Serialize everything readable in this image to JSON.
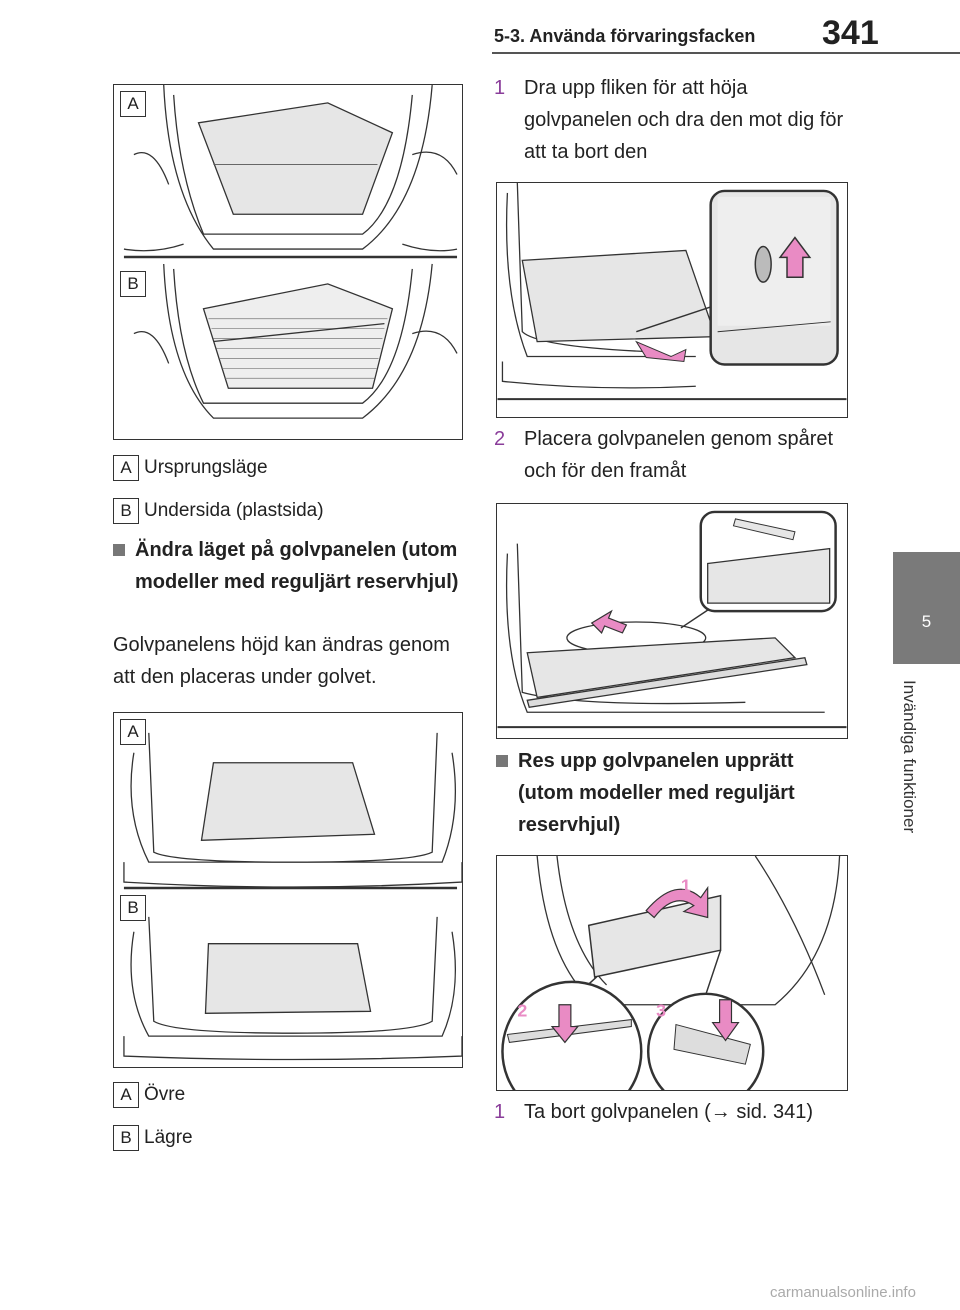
{
  "header": {
    "section": "5-3. Använda förvaringsfacken",
    "page_number": "341"
  },
  "side_tab": {
    "chapter": "5",
    "label": "Invändiga funktioner"
  },
  "figures": {
    "label_a": "A",
    "label_b": "B",
    "callout_1": "1",
    "callout_2": "2",
    "callout_3": "3"
  },
  "captions_1": {
    "a": "Ursprungsläge",
    "b": "Undersida (plastsida)"
  },
  "heading_1": "Ändra läget på golvpanelen (utom modeller med reguljärt reservhjul)",
  "body_1": "Golvpanelens höjd kan ändras genom att den placeras under golvet.",
  "captions_2": {
    "a": "Övre",
    "b": "Lägre"
  },
  "steps_1": [
    {
      "num": "1",
      "text": "Dra upp fliken för att höja golvpanelen och dra den mot dig för att ta bort den"
    },
    {
      "num": "2",
      "text": "Placera golvpanelen genom spåret och för den framåt"
    }
  ],
  "heading_2": "Res upp golvpanelen upprätt (utom modeller med reguljärt reservhjul)",
  "steps_2": [
    {
      "num": "1",
      "text": "Ta bort golvpanelen (→ sid. 341)"
    }
  ],
  "footer": "carmanualsonline.info",
  "colors": {
    "tab_gray": "#7a7a7a",
    "step_purple": "#8a3d9a",
    "panel_fill": "#e6e6e6",
    "arrow_pink": "#e98bc4"
  }
}
